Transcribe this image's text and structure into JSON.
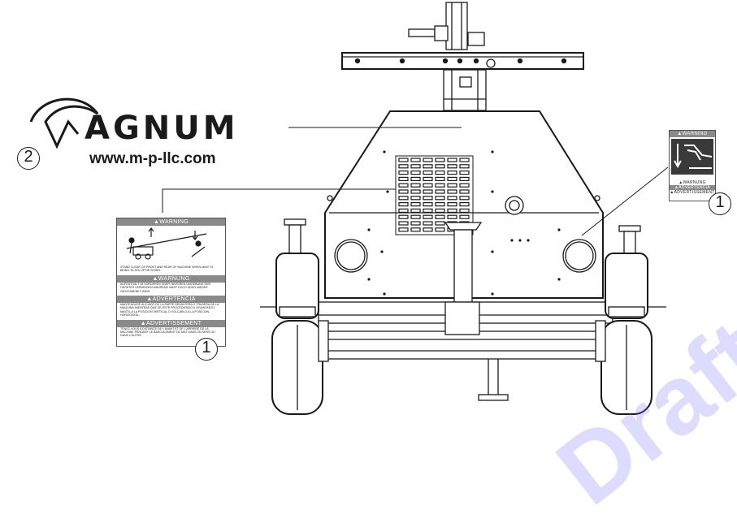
{
  "logo": {
    "wordmark": "AGNUM",
    "url": "www.m-p-llc.com"
  },
  "callouts": {
    "logo_callout": "2",
    "left_decal_callout": "1",
    "right_decal_callout": "1"
  },
  "left_decal": {
    "warning_header": "WARNING",
    "warning_text": "STAND CLEAR OF FRONT AND REAR OF MACHINE WHEN MAST IS BEING TILTED UP OR DOWN.",
    "warnung_header": "WARNUNG",
    "warnung_text": "AUFENTHALT IM VORDEREN ODER HINTEREN UMGEBUNG DER GERÄTES VERMEIDEN WÄHREND MAST HOCH ODER NIEDER GESCHWENKT WIRD.",
    "advertencia_header": "ADVERTENCIA",
    "advertencia_text": "MANTENGASE ALEJADO DE LA PARTE DELANTERA O TRASERA DE LA MAQUINA MIENTRAS QUE SE ESTE PROCEDIENDO A LEVANTAR EL MASTIL A LA POSICION VERTICAL O VOLCARLO A LA POSICION HORIZONTAL.",
    "avertissement_header": "ADVERTISSEMENT",
    "avertissement_text": "TENEZ-VOUS A DISTANCE DE L'AVANT ET DE L'ARRIERE DE LA MACHINE PENDANT LE BASCULEMENT DU MAT DANS UN SENS OU DANS L'AUTRE."
  },
  "right_decal": {
    "warning_header": "WARNING",
    "warnung_header": "WARNUNG",
    "advertencia_header": "ADVERTENCIA",
    "avertissement_header": "ADVERTISSEMENT"
  }
}
